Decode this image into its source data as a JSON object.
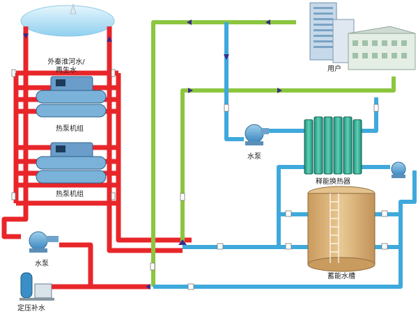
{
  "labels": {
    "source_water": "外秦淮河水/再生水",
    "heat_pump_1": "热泵机组",
    "heat_pump_2": "热泵机组",
    "user": "用户",
    "pump_user": "水泵",
    "heat_exchanger": "释能换热器",
    "pump_left": "水泵",
    "storage_tank": "蓄能水槽",
    "pressure_makeup": "定压补水"
  },
  "colors": {
    "red_pipe": "#e8262a",
    "green_pipe": "#8cc63f",
    "blue_pipe": "#3fa9dc",
    "water": "#b9e3f6",
    "arrow": "#3b2b86",
    "tank": "#d8b27a"
  }
}
